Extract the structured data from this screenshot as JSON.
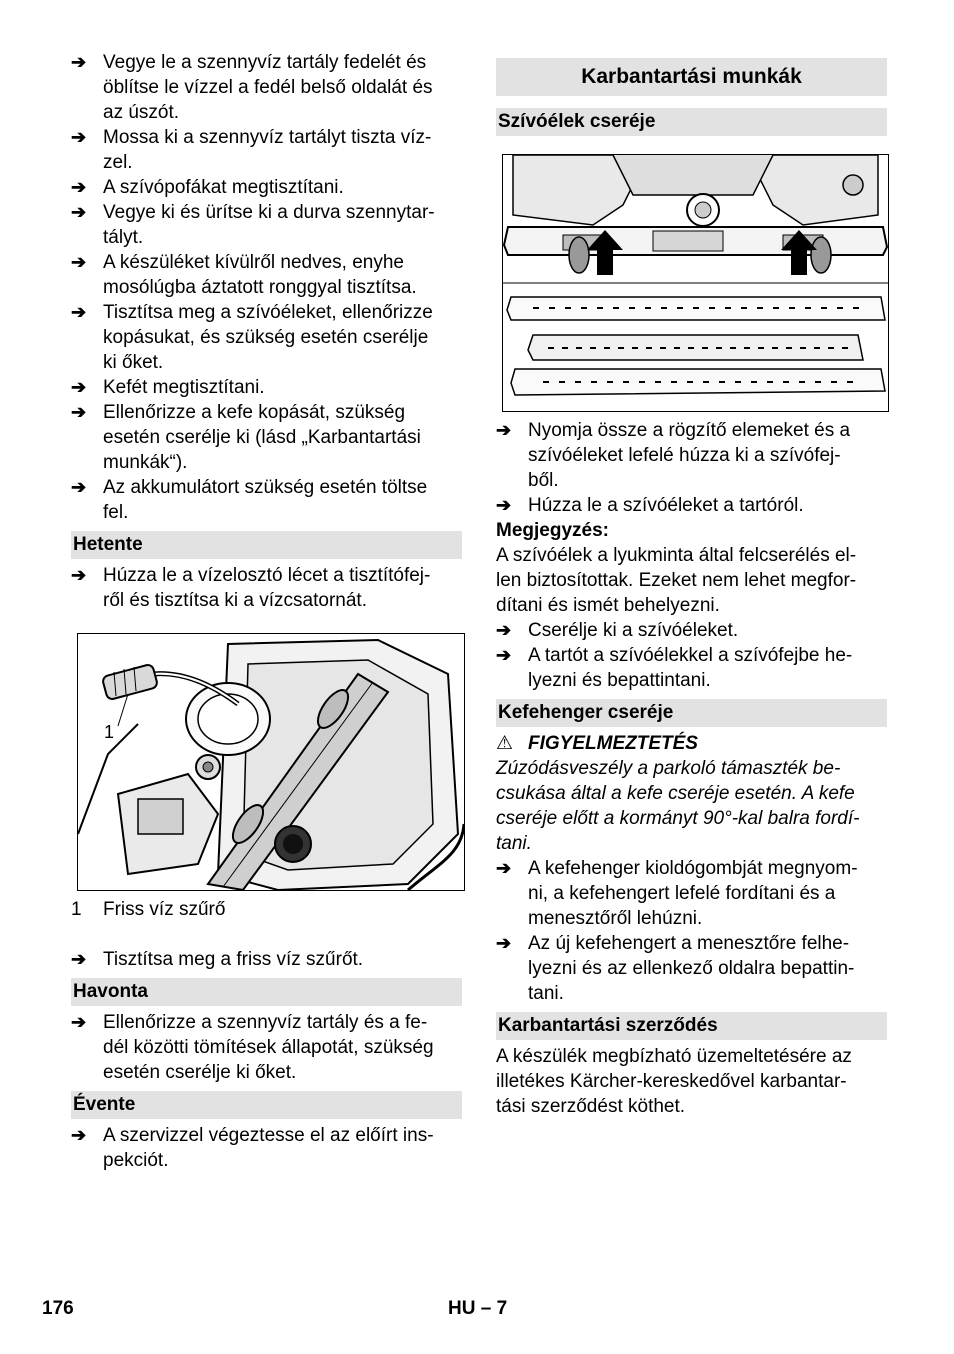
{
  "left": {
    "intro_items": [
      "Vegye le a szennyvíz tartály fedelét és\nöblítse le vízzel a fedél belső oldalát és\naz úszót.",
      "Mossa ki a szennyvíz tartályt tiszta víz-\nzel.",
      "A szívópofákat megtisztítani.",
      "Vegye ki és ürítse ki a durva szennytar-\ntályt.",
      "A készüléket kívülről nedves, enyhe\nmosólúgba áztatott ronggyal tisztítsa.",
      "Tisztítsa meg a szívóéleket, ellenőrizze\nkopásukat, és szükség esetén cserélje\nki őket.",
      "Kefét megtisztítani.",
      "Ellenőrizze a kefe kopását, szükség\nesetén cserélje ki (lásd „Karbantartási\nmunkák“).",
      "Az akkumulátort szükség esetén töltse\nfel."
    ],
    "weekly_title": "Hetente",
    "weekly_items": [
      "Húzza le a vízelosztó lécet a tisztítófej-\nről és tisztítsa ki a vízcsatornát."
    ],
    "figure_callout": "1",
    "caption_num": "1",
    "caption_text": "Friss víz szűrő",
    "filter_item": "Tisztítsa meg a friss víz szűrőt.",
    "monthly_title": "Havonta",
    "monthly_items": [
      "Ellenőrizze a szennyvíz tartály és a fe-\ndél közötti tömítések állapotát, szükség\nesetén cserélje ki őket."
    ],
    "yearly_title": "Évente",
    "yearly_items": [
      "A szervizzel végeztesse el az előírt ins-\npekciót."
    ]
  },
  "right": {
    "main_title": "Karbantartási munkák",
    "squeegee_title": "Szívóélek cseréje",
    "squeegee_items": [
      "Nyomja össze a rögzítő elemeket és a\nszívóéleket lefelé húzza ki a szívófej-\nből.",
      "Húzza le a szívóéleket a tartóról."
    ],
    "note_label": "Megjegyzés:",
    "note_text": "A szívóélek a lyukminta által felcserélés el-\nlen biztosítottak. Ezeket nem lehet megfor-\ndítani és ismét behelyezni.",
    "squeegee_items2": [
      "Cserélje ki a szívóéleket.",
      "A tartót a szívóélekkel a szívófejbe he-\nlyezni és bepattintani."
    ],
    "brush_title": "Kefehenger cseréje",
    "warning_symbol": "⚠",
    "warning_label": "FIGYELMEZTETÉS",
    "warning_text": "Zúzódásveszély a parkoló támaszték be-\ncsukása által a kefe cseréje esetén. A kefe\ncseréje előtt a kormányt 90°-kal balra fordí-\ntani.",
    "brush_items": [
      "A kefehenger kioldógombját megnyom-\nni, a kefehengert lefelé fordítani és a\nmenesztőről lehúzni.",
      "Az új kefehengert a menesztőre felhe-\nlyezni és az ellenkező oldalra bepattin-\ntani."
    ],
    "contract_title": "Karbantartási szerződés",
    "contract_text": "A készülék megbízható üzemeltetésére az\nilletékes Kärcher-kereskedővel karbantar-\ntási szerződést köthet."
  },
  "footer": {
    "page_number": "176",
    "section": "HU – 7"
  },
  "icons": {
    "arrow": "➔"
  }
}
